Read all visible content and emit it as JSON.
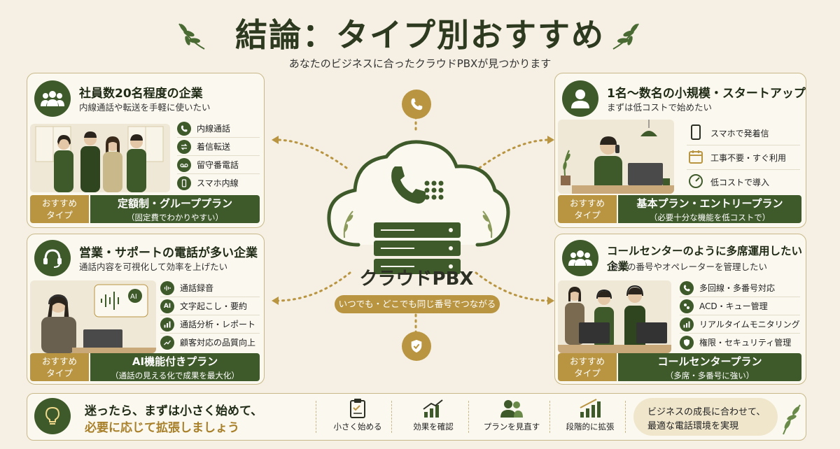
{
  "title": "結論：タイプ別おすすめ",
  "subtitle": "あなたのビジネスに合ったクラウドPBXが見つかります",
  "center": {
    "label": "クラウドPBX",
    "tagline": "いつでも・どこでも同じ番号でつながる"
  },
  "cards": [
    {
      "title": "社員数20名程度の企業",
      "sub": "内線通話や転送を手軽に使いたい",
      "features": [
        "内線通話",
        "着信転送",
        "留守番電話",
        "スマホ内線"
      ],
      "tag": "おすすめ\nタイプ",
      "plan": "定額制・グループプラン",
      "plan_sub": "（固定費でわかりやすい）"
    },
    {
      "title": "1名〜数名の小規模・スタートアップ",
      "sub": "まずは低コストで始めたい",
      "features": [
        "スマホで発着信",
        "工事不要・すぐ利用",
        "低コストで導入"
      ],
      "tag": "おすすめ\nタイプ",
      "plan": "基本プラン・エントリープラン",
      "plan_sub": "（必要十分な機能を低コストで）"
    },
    {
      "title": "営業・サポートの電話が多い企業",
      "sub": "通話内容を可視化して効率を上げたい",
      "features": [
        "通話録音",
        "文字起こし・要約",
        "通話分析・レポート",
        "顧客対応の品質向上"
      ],
      "tag": "おすすめ\nタイプ",
      "plan": "AI機能付きプラン",
      "plan_sub": "（通話の見える化で成果を最大化）"
    },
    {
      "title": "コールセンターのように多席運用したい企業",
      "sub": "多くの番号やオペレーターを管理したい",
      "features": [
        "多回線・多番号対応",
        "ACD・キュー管理",
        "リアルタイムモニタリング",
        "権限・セキュリティ管理"
      ],
      "tag": "おすすめ\nタイプ",
      "plan": "コールセンタープラン",
      "plan_sub": "（多席・多番号に強い）"
    }
  ],
  "bottom": {
    "line1": "迷ったら、まずは小さく始めて、",
    "line2": "必要に応じて拡張しましょう",
    "steps": [
      "小さく始める",
      "効果を確認",
      "プランを見直す",
      "段階的に拡張"
    ],
    "note1": "ビジネスの成長に合わせて、",
    "note2": "最適な電話環境を実現"
  },
  "colors": {
    "green": "#3f5a2a",
    "gold": "#b99541",
    "bg": "#f5f0e3"
  }
}
